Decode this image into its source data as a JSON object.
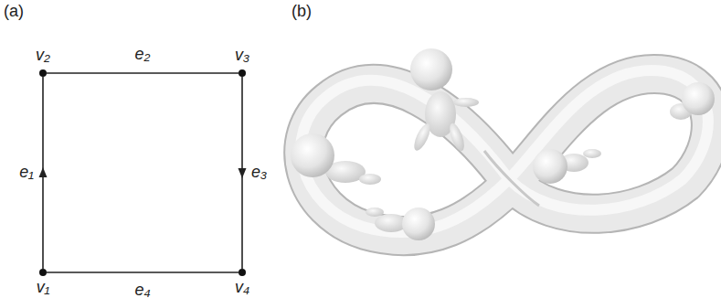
{
  "diagram": {
    "nodes": [
      {
        "text": [
          "v₁"
        ]
      },
      {
        "text": [
          "v₂"
        ]
      },
      {
        "text": [
          "v₃"
        ]
      },
      {
        "text": [
          "v₄"
        ]
      }
    ],
    "edges": [
      {
        "from": 0,
        "to": 1,
        "arrow": "to",
        "label": "e₁"
      },
      {
        "from": 1,
        "to": 2,
        "arrow": "none",
        "label": "e₂"
      },
      {
        "from": 2,
        "to": 3,
        "arrow": "to",
        "label": "e₃"
      },
      {
        "from": 3,
        "to": 0,
        "arrow": "none",
        "label": "e₄"
      }
    ],
    "labels": [
      "(a)",
      "(b)"
    ]
  }
}
